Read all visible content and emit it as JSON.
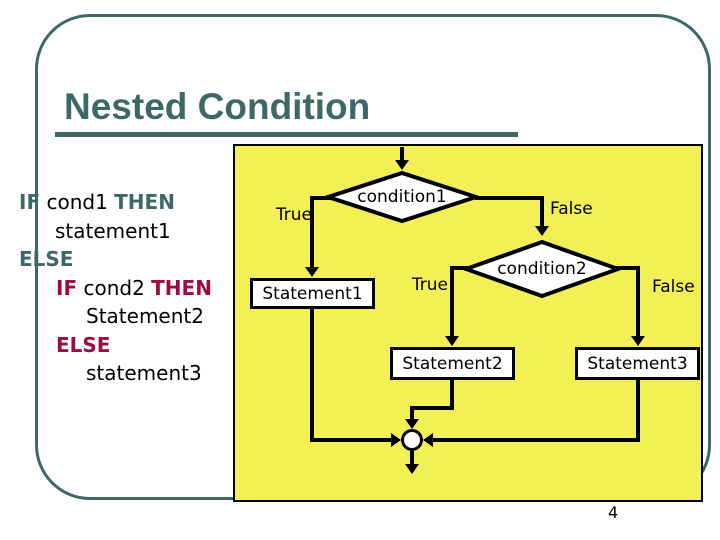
{
  "title": "Nested Condition",
  "page_number": "4",
  "colors": {
    "accent_teal": "#3E6868",
    "accent_maroon": "#9E0B42",
    "panel_yellow": "#F3F056",
    "flow_black": "#000000"
  },
  "pseudocode": {
    "line1": {
      "kw_if": "IF",
      "cond": " cond1 ",
      "kw_then": "THEN"
    },
    "line2": "statement1",
    "line3": "ELSE",
    "line4": {
      "kw_if": "IF",
      "cond": " cond2 ",
      "kw_then": "THEN"
    },
    "line5": "Statement2",
    "line6": "ELSE",
    "line7": "statement3"
  },
  "flowchart": {
    "decision1": "condition1",
    "decision2": "condition2",
    "true_label_1": "True",
    "false_label_1": "False",
    "true_label_2": "True",
    "false_label_2": "False",
    "statement1": "Statement1",
    "statement2": "Statement2",
    "statement3": "Statement3"
  }
}
